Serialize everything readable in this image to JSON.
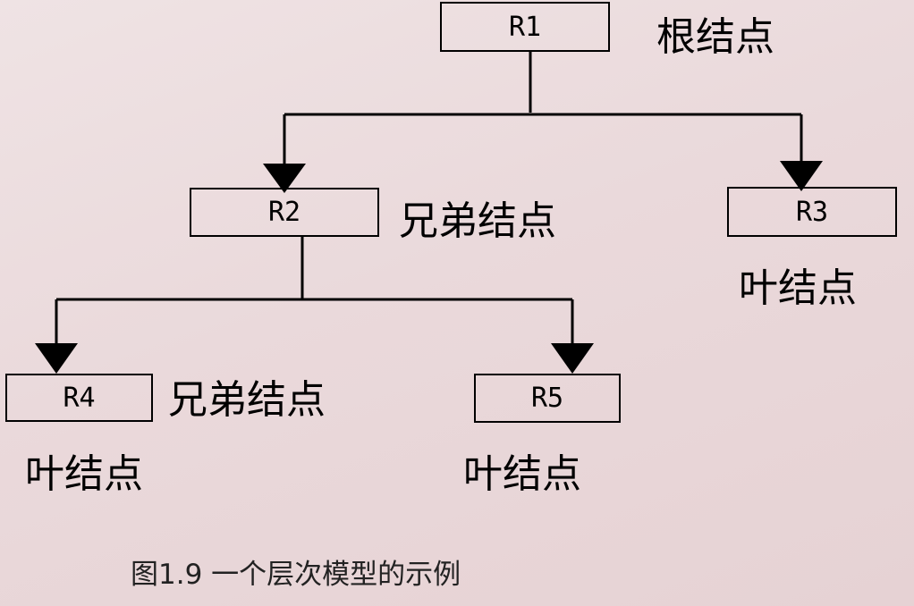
{
  "nodes": {
    "r1": {
      "label": "R1"
    },
    "r2": {
      "label": "R2"
    },
    "r3": {
      "label": "R3"
    },
    "r4": {
      "label": "R4"
    },
    "r5": {
      "label": "R5"
    }
  },
  "tags": {
    "root": "根结点",
    "sibling_r2": "兄弟结点",
    "sibling_r4": "兄弟结点",
    "leaf_r3": "叶结点",
    "leaf_r4": "叶结点",
    "leaf_r5": "叶结点"
  },
  "caption": "图1.9 一个层次模型的示例",
  "edges": [
    {
      "from": "R1",
      "to": "R2"
    },
    {
      "from": "R1",
      "to": "R3"
    },
    {
      "from": "R2",
      "to": "R4"
    },
    {
      "from": "R2",
      "to": "R5"
    }
  ],
  "colors": {
    "stroke": "#000000",
    "background": "#ebdcde"
  }
}
